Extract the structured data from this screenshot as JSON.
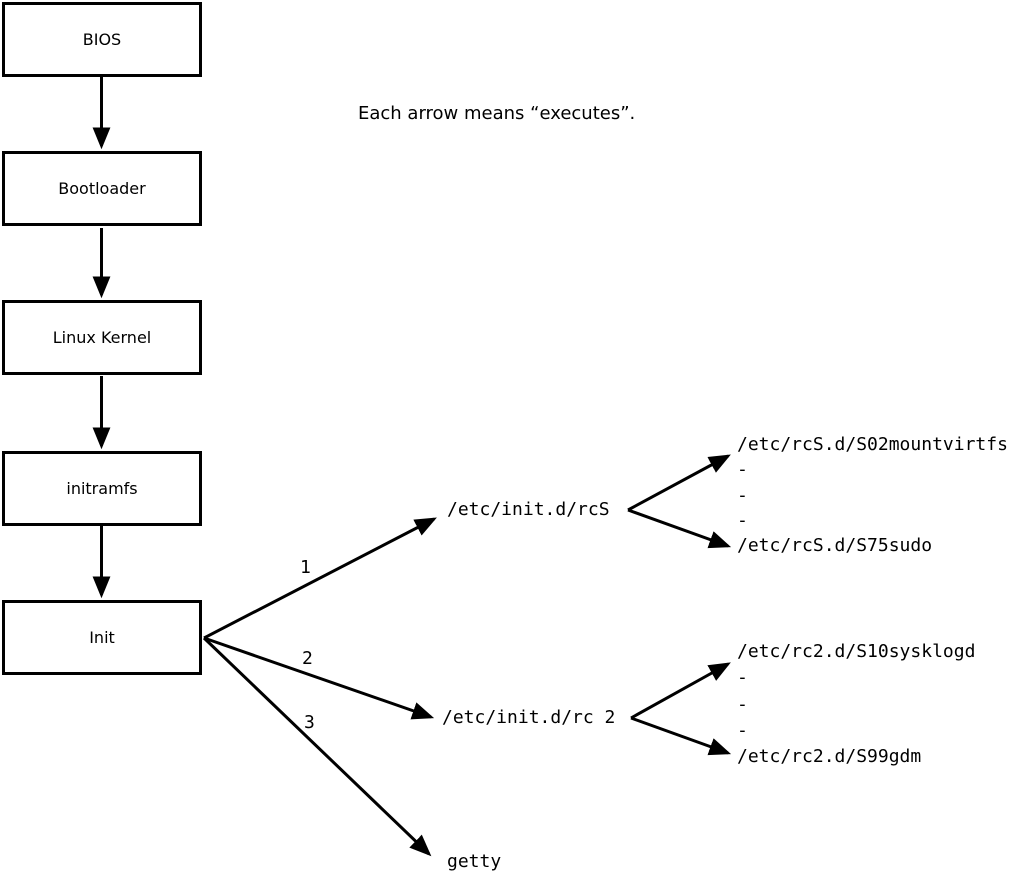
{
  "caption": "Each arrow means “executes”.",
  "boot_chain": [
    "BIOS",
    "Bootloader",
    "Linux Kernel",
    "initramfs",
    "Init"
  ],
  "init_targets": [
    {
      "order": "1",
      "label": "/etc/init.d/rcS",
      "scripts": [
        "/etc/rcS.d/S02mountvirtfs",
        "-",
        "-",
        "-",
        "/etc/rcS.d/S75sudo"
      ]
    },
    {
      "order": "2",
      "label": "/etc/init.d/rc 2",
      "scripts": [
        "/etc/rc2.d/S10sysklogd",
        "-",
        "-",
        "-",
        "/etc/rc2.d/S99gdm"
      ]
    },
    {
      "order": "3",
      "label": "getty",
      "scripts": []
    }
  ],
  "colors": {
    "line": "#000000",
    "background": "#ffffff"
  }
}
